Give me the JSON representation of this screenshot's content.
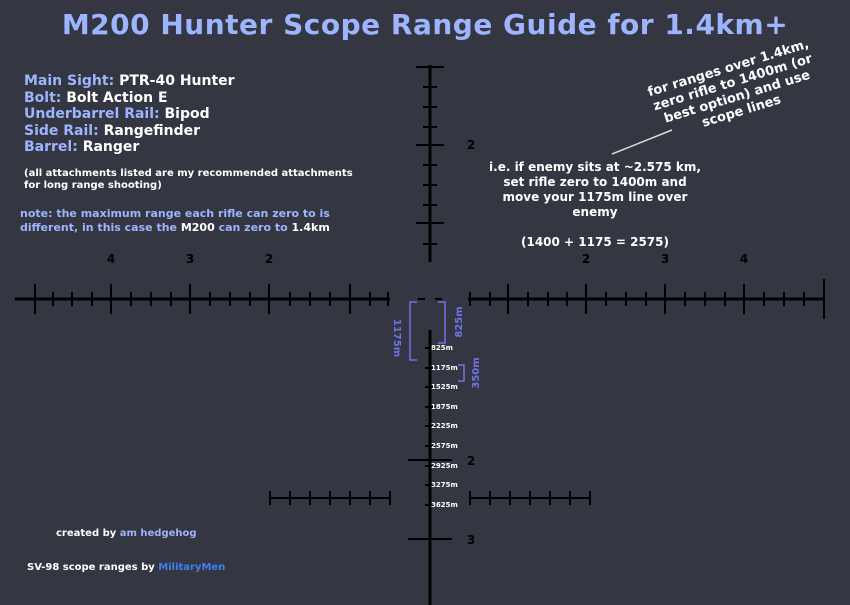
{
  "title": "M200 Hunter Scope Range Guide for 1.4km+",
  "attachments": [
    {
      "label": "Main Sight:",
      "value": "PTR-40 Hunter"
    },
    {
      "label": "Bolt:",
      "value": "Bolt Action E"
    },
    {
      "label": "Underbarrel Rail:",
      "value": "Bipod"
    },
    {
      "label": "Side Rail:",
      "value": "Rangefinder"
    },
    {
      "label": "Barrel:",
      "value": "Ranger"
    }
  ],
  "fineprint": [
    "(all attachments listed are my recommended attachments",
    "for long range shooting)"
  ],
  "note": {
    "line1": "note: the maximum range each rifle can zero to is",
    "line2_a": "different, in this case the ",
    "line2_b": "M200",
    "line2_c": " can zero to ",
    "line2_d": "1.4km"
  },
  "rotated_note": [
    "for ranges over 1.4km,",
    "zero rifle to 1400m (or",
    "best option) and use",
    "scope lines"
  ],
  "example": [
    "i.e. if enemy sits at ~2.575 km,",
    "set rifle zero to 1400m and",
    "move your 1175m line over",
    "enemy"
  ],
  "equation": "(1400 + 1175 = 2575)",
  "credits": {
    "created_prefix": "created by ",
    "created_author": "am hedgehog",
    "ranges_prefix": "SV-98 scope ranges by ",
    "ranges_author": "MilitaryMen"
  },
  "reticle": {
    "left_numbers": [
      "4",
      "3",
      "2"
    ],
    "right_numbers": [
      "2",
      "3",
      "4"
    ],
    "upper_number": "2",
    "lower_numbers": [
      "2",
      "3"
    ],
    "range_labels": [
      "825m",
      "1175m",
      "1525m",
      "1875m",
      "2225m",
      "2575m",
      "2925m",
      "3275m",
      "3625m"
    ],
    "bracket_labels": {
      "offset": "1175m",
      "zero": "825m",
      "step": "350m"
    }
  },
  "colors": {
    "background": "#343741",
    "accent": "#9db4ff",
    "bracket": "#6f73e8",
    "link": "#3f7ff2"
  }
}
